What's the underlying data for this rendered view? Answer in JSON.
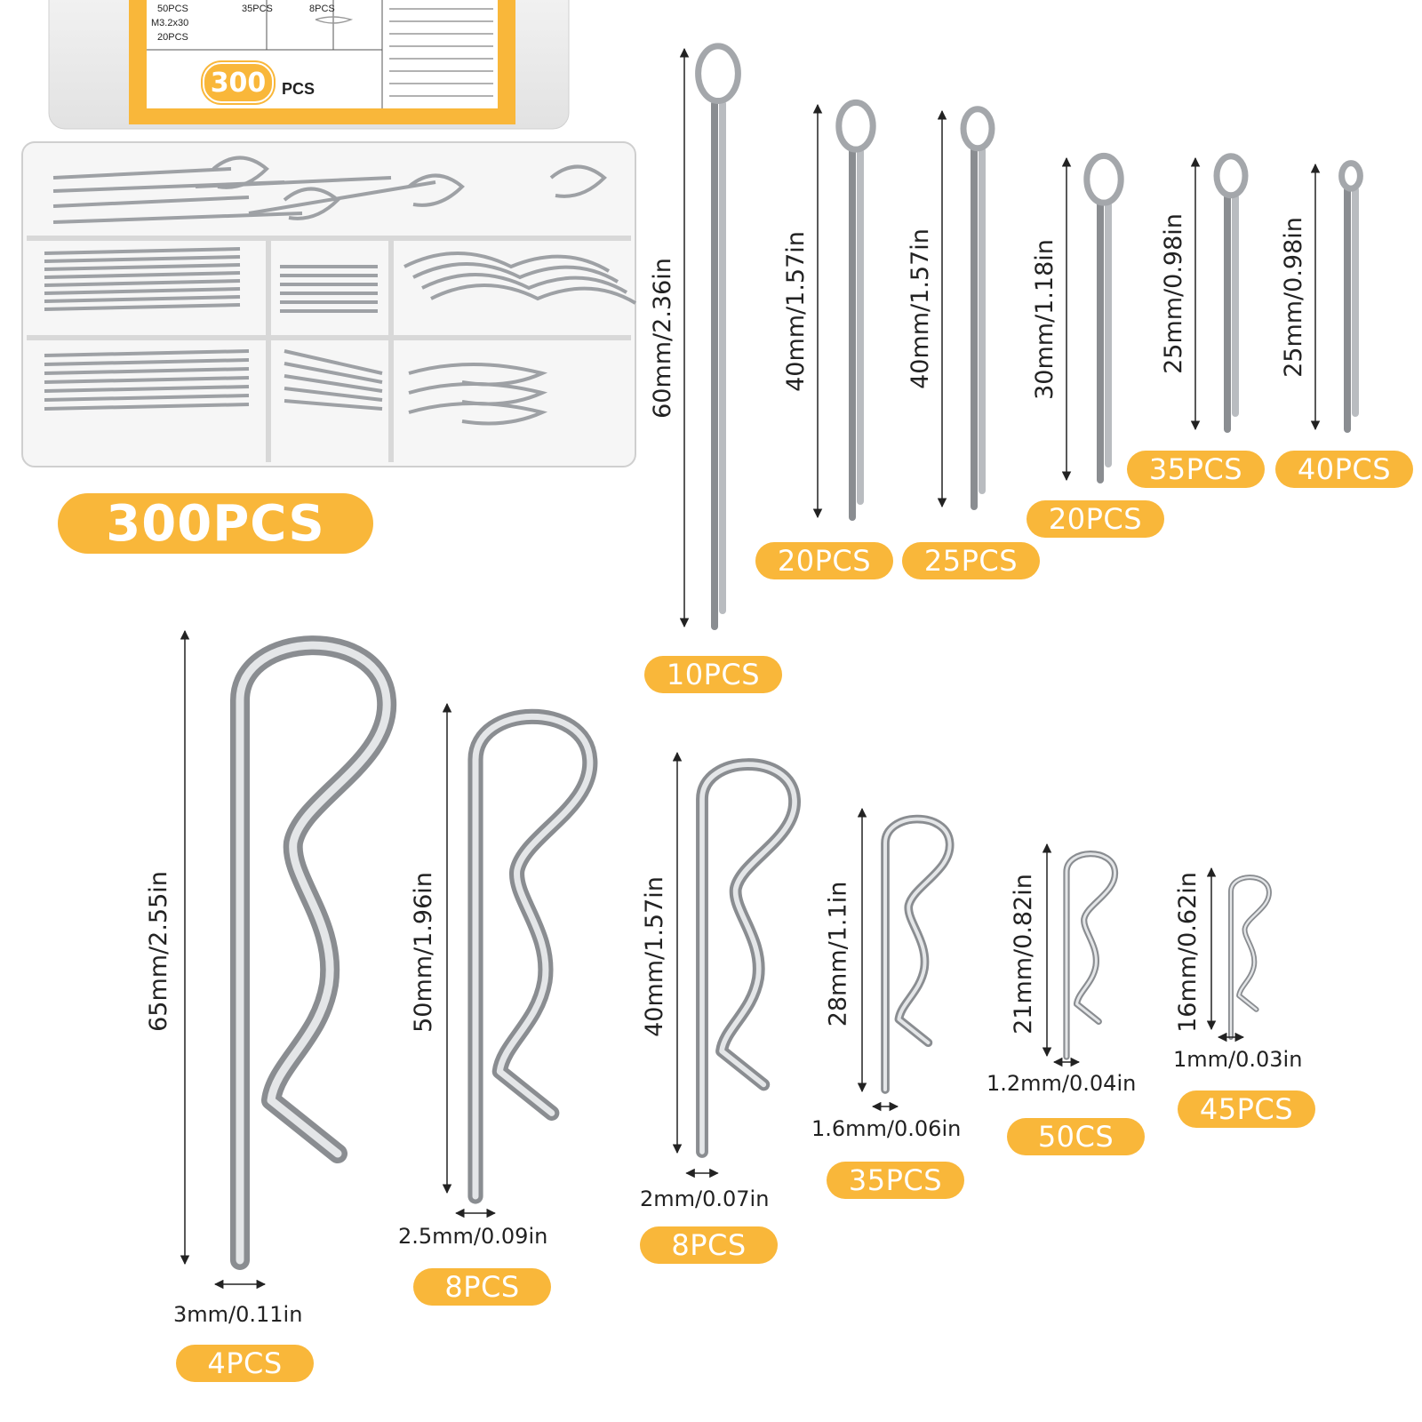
{
  "colors": {
    "accent": "#f9b73a",
    "metal": "#b9bcc0",
    "metal_dark": "#8a8d91",
    "line": "#222222"
  },
  "package": {
    "total_label": "300PCS",
    "box_label": {
      "row1_col1": "50PCS",
      "row2_col1": "M3.2x30",
      "row3_col1": "20PCS",
      "row1_col2": "35PCS",
      "row1_col3": "8PCS",
      "badge_number": "300",
      "badge_suffix": "PCS"
    }
  },
  "cotter_pins": [
    {
      "length": "60mm/2.36in",
      "qty": "10PCS"
    },
    {
      "length": "40mm/1.57in",
      "qty": "20PCS"
    },
    {
      "length": "40mm/1.57in",
      "qty": "25PCS"
    },
    {
      "length": "30mm/1.18in",
      "qty": "20PCS"
    },
    {
      "length": "25mm/0.98in",
      "qty": "35PCS"
    },
    {
      "length": "25mm/0.98in",
      "qty": "40PCS"
    }
  ],
  "r_clips": [
    {
      "length": "65mm/2.55in",
      "diameter": "3mm/0.11in",
      "qty": "4PCS"
    },
    {
      "length": "50mm/1.96in",
      "diameter": "2.5mm/0.09in",
      "qty": "8PCS"
    },
    {
      "length": "40mm/1.57in",
      "diameter": "2mm/0.07in",
      "qty": "8PCS"
    },
    {
      "length": "28mm/1.1in",
      "diameter": "1.6mm/0.06in",
      "qty": "35PCS"
    },
    {
      "length": "21mm/0.82in",
      "diameter": "1.2mm/0.04in",
      "qty": "50CS"
    },
    {
      "length": "16mm/0.62in",
      "diameter": "1mm/0.03in",
      "qty": "45PCS"
    }
  ]
}
